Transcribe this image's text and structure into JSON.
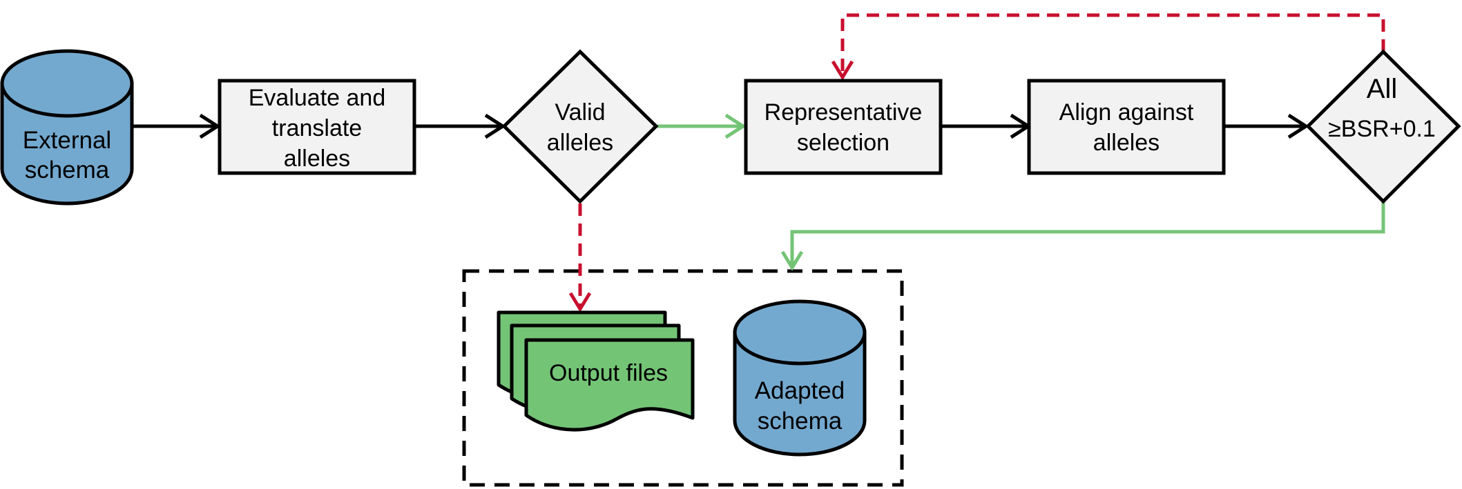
{
  "colors": {
    "cylinder_fill": "#74a9cf",
    "box_fill": "#f2f2f2",
    "document_fill": "#74c476",
    "stroke": "#000000",
    "success_arrow": "#74c476",
    "failure_arrow": "#c8102e"
  },
  "nodes": {
    "external_schema": {
      "line1": "External",
      "line2": "schema"
    },
    "evaluate": {
      "line1": "Evaluate and",
      "line2": "translate",
      "line3": "alleles"
    },
    "valid_alleles": {
      "line1": "Valid",
      "line2": "alleles"
    },
    "representative": {
      "line1": "Representative",
      "line2": "selection"
    },
    "align": {
      "line1": "Align against",
      "line2": "alleles"
    },
    "bsr_check": {
      "line1": "All",
      "line2": "≥BSR+0.1"
    },
    "output_files": {
      "label": "Output files"
    },
    "adapted_schema": {
      "line1": "Adapted",
      "line2": "schema"
    }
  },
  "edges": [
    {
      "from": "external_schema",
      "to": "evaluate",
      "style": "solid-black"
    },
    {
      "from": "evaluate",
      "to": "valid_alleles",
      "style": "solid-black"
    },
    {
      "from": "valid_alleles",
      "to": "representative",
      "style": "solid-green"
    },
    {
      "from": "valid_alleles",
      "to": "output_files",
      "style": "dashed-red"
    },
    {
      "from": "representative",
      "to": "align",
      "style": "solid-black"
    },
    {
      "from": "align",
      "to": "bsr_check",
      "style": "solid-black"
    },
    {
      "from": "bsr_check",
      "to": "representative",
      "style": "dashed-red"
    },
    {
      "from": "bsr_check",
      "to": "adapted_schema",
      "style": "solid-green"
    }
  ]
}
